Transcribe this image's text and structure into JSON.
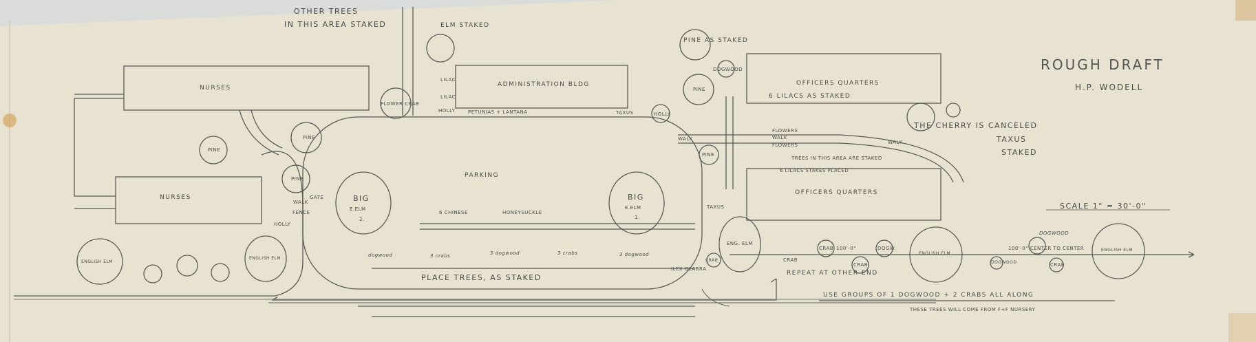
{
  "title": "ROUGH DRAFT",
  "author": "H.P. WODELL",
  "scale": "SCALE 1\" = 30'-0\"",
  "notes": {
    "other_trees_1": "OTHER TREES",
    "other_trees_2": "IN THIS AREA STAKED",
    "elm_staked": "ELM STAKED",
    "pine_as_staked": "PINE AS STAKED",
    "cherry_canceled": "THE CHERRY IS CANCELED",
    "taxus_staked_1": "TAXUS",
    "taxus_staked_2": "STAKED",
    "lilacs_as_staked": "6 LILACS AS STAKED",
    "trees_staked": "TREES IN THIS AREA ARE STAKED",
    "lilacs_placed": "6 LILACS STAKES PLACED",
    "place_trees": "PLACE TREES, AS STAKED",
    "repeat": "REPEAT AT OTHER END",
    "use_groups": "USE GROUPS OF 1 DOGWOOD + 2 CRABS ALL ALONG",
    "nursery": "THESE TREES WILL COME FROM F+F NURSERY",
    "spacing_1": "100'-0\"",
    "spacing_2": "100'-0\" CENTER TO CENTER",
    "petunias": "PETUNIAS + LANTANA",
    "honeysuckle_1": "6 CHINESE",
    "honeysuckle_2": "HONEYSUCKLE"
  },
  "buildings": {
    "nurses_1": "NURSES",
    "nurses_2": "NURSES",
    "admin": "ADMINISTRATION BLDG",
    "officers_1": "OFFICERS QUARTERS",
    "officers_2": "OFFICERS QUARTERS"
  },
  "areas": {
    "parking": "PARKING",
    "walk_1": "WALK",
    "walk_2": "WALK",
    "walk_3": "WALK",
    "walk_4": "WALK",
    "flowers_1": "FLOWERS",
    "flowers_2": "FLOWERS",
    "gate": "GATE",
    "fence": "FENCE"
  },
  "plants": {
    "pine_1": "PINE",
    "pine_2": "PINE",
    "pine_3": "PINE",
    "pine_4": "PINE",
    "pine_5": "PINE",
    "flower_crab": "FLOWER CRAB",
    "lilac_1": "LILAC",
    "lilac_2": "LILAC",
    "holly_1": "HOLLY",
    "holly_2": "HOLLY",
    "holly_3": "HOLLY",
    "taxus_1": "TAXUS",
    "taxus_2": "TAXUS",
    "dogwood_top": "DOGWOOD",
    "big_elm_2_a": "BIG",
    "big_elm_2_b": "E.ELM",
    "big_elm_2_c": "2.",
    "big_elm_1_a": "BIG",
    "big_elm_1_b": "E.ELM",
    "big_elm_1_c": "1.",
    "english_elm_1": "ENGLISH ELM",
    "english_elm_2": "ENGLISH ELM",
    "english_elm_3": "ENGLISH ELM",
    "english_elm_4": "ENGLISH ELM",
    "eng_elm": "ENG. ELM",
    "ilex": "ILEX GLABRA",
    "dogwood_1": "dogwood",
    "crabs_1": "3 crabs",
    "dogwood_2": "3 dogwood",
    "crabs_2": "3 crabs",
    "dogwood_3": "3 dogwood",
    "crab_1": "CRAB",
    "crab_2": "CRAB",
    "crab_3": "CRAB",
    "crab_4": "CRAB",
    "dogw": "DOGW.",
    "dogwood_4": "DOGWOOD",
    "dogwood_5": "DOGWOOD",
    "crab_wood": "CRAB"
  },
  "colors": {
    "paper": "#e7e3d0",
    "pencil": "#4a4a46"
  }
}
